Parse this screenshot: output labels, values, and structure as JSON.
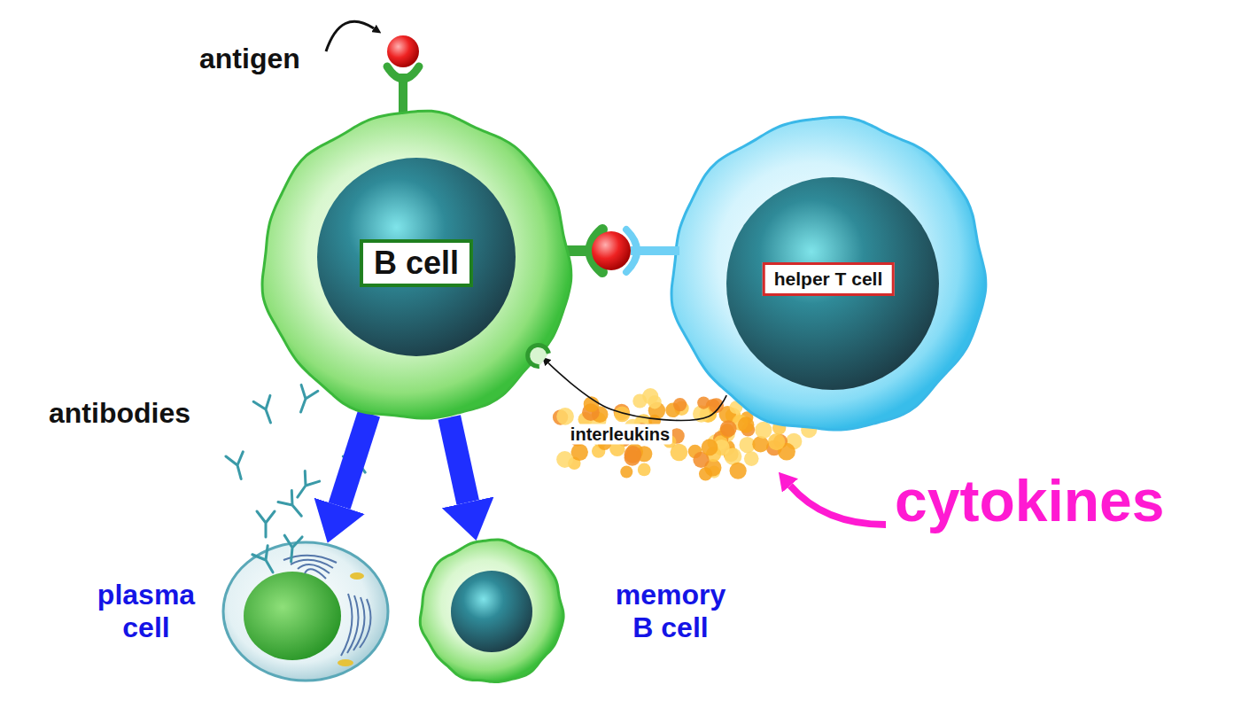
{
  "diagram": {
    "nodes": [
      {
        "text": [
          "B cell"
        ]
      },
      {
        "text": [
          "helper T cell"
        ]
      },
      {
        "text": [
          "plasma cell"
        ]
      },
      {
        "text": [
          "memory B cell"
        ]
      }
    ],
    "edges": [
      {
        "from": 0,
        "to": 2,
        "arrow": "to"
      },
      {
        "from": 0,
        "to": 3,
        "arrow": "to"
      },
      {
        "from": 1,
        "to": 0,
        "label": "interleukins",
        "arrow": "to"
      }
    ],
    "labels": [
      "antigen",
      "antibodies",
      "cytokines"
    ]
  }
}
